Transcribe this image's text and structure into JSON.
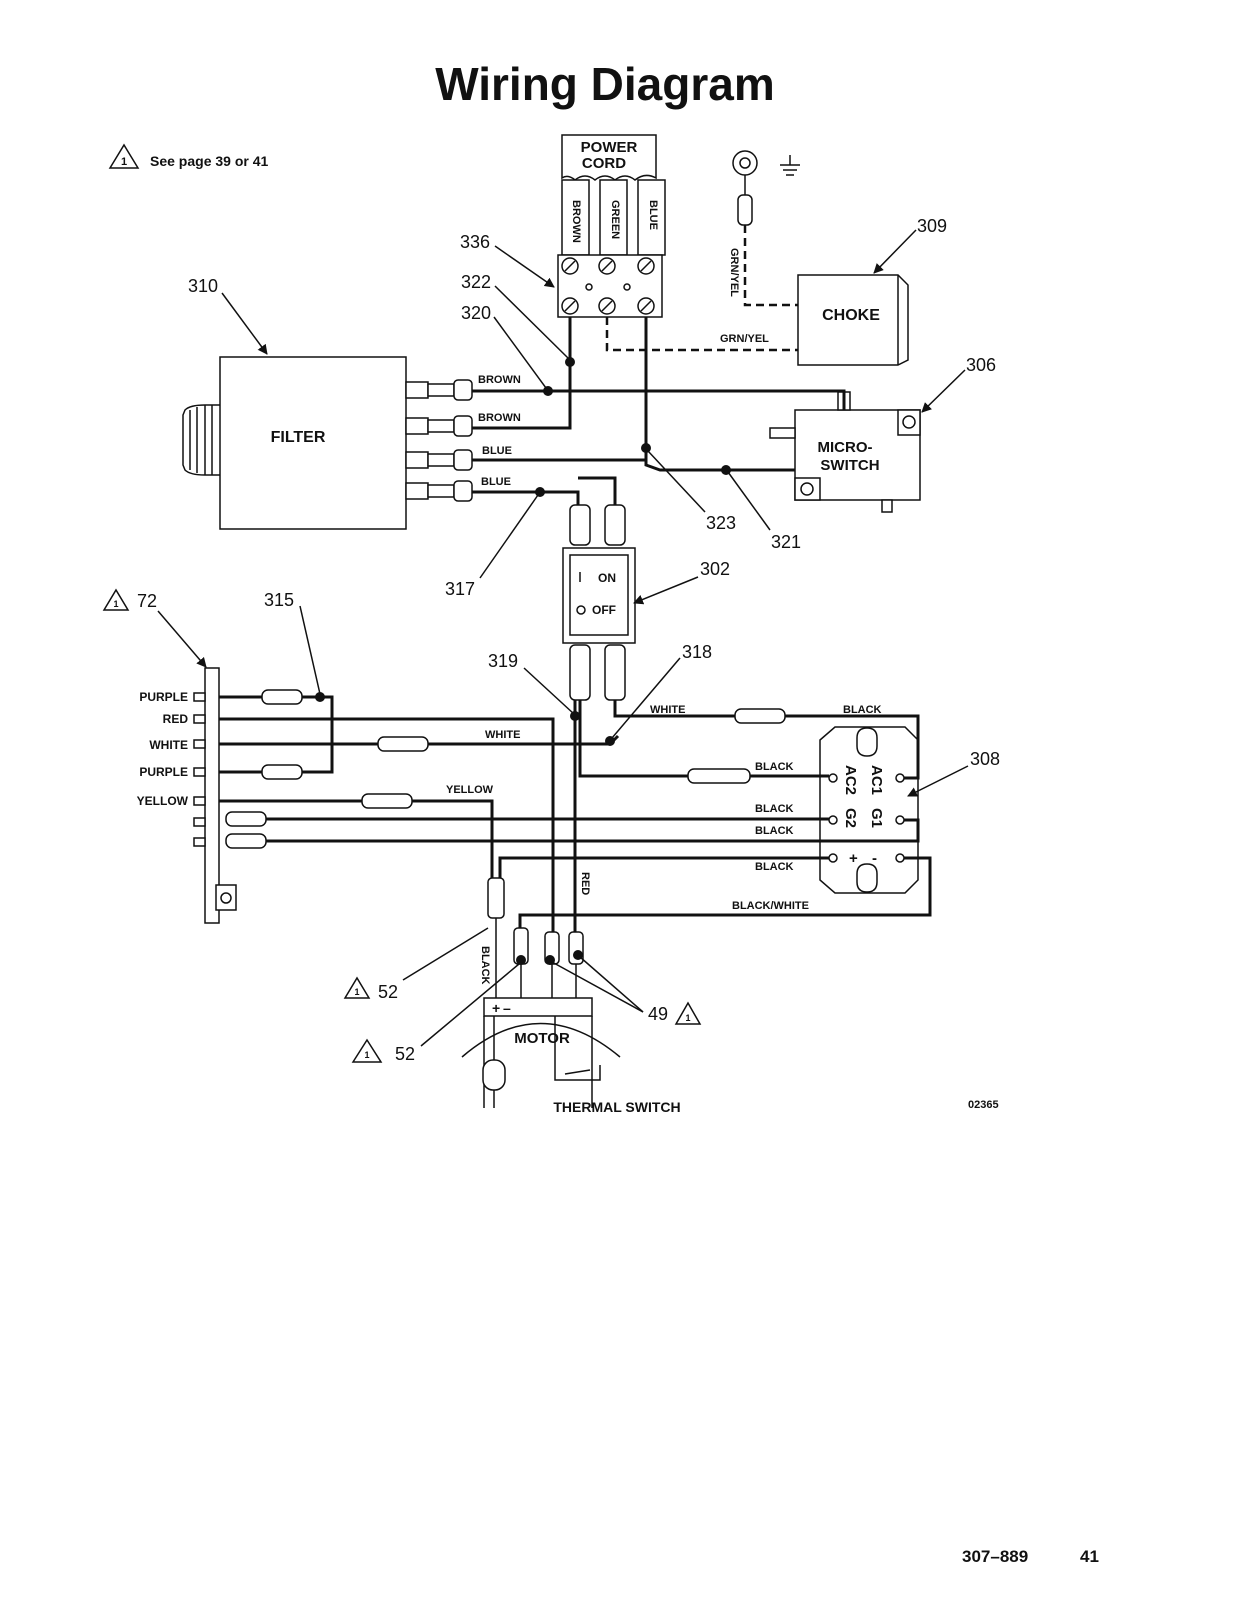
{
  "title": "Wiring Diagram",
  "note": {
    "symbol": "1",
    "text": "See page 39 or 41"
  },
  "components": {
    "power_cord": "POWER CORD",
    "power_cord_line1": "POWER",
    "power_cord_line2": "CORD",
    "filter": "FILTER",
    "choke": "CHOKE",
    "microswitch_line1": "MICRO-",
    "microswitch_line2": "SWITCH",
    "switch_on": "ON",
    "switch_off": "OFF",
    "motor": "MOTOR",
    "thermal_switch": "THERMAL SWITCH",
    "bridge_ac1": "AC1",
    "bridge_ac2": "AC2",
    "bridge_g1": "G1",
    "bridge_g2": "G2",
    "bridge_plus": "+",
    "bridge_minus": "-",
    "motor_plus": "+",
    "motor_minus": "–"
  },
  "wire_labels": {
    "brown_cord": "BROWN",
    "green_cord": "GREEN",
    "blue_cord": "BLUE",
    "grn_yel_1": "GRN/YEL",
    "grn_yel_2": "GRN/YEL",
    "brown_1": "BROWN",
    "brown_2": "BROWN",
    "blue_1": "BLUE",
    "blue_2": "BLUE",
    "white_top": "WHITE",
    "black_top": "BLACK",
    "white_mid": "WHITE",
    "black_ac2": "BLACK",
    "yellow": "YELLOW",
    "black_g2": "BLACK",
    "black_g1": "BLACK",
    "black_plus": "BLACK",
    "black_white": "BLACK/WHITE",
    "red": "RED",
    "black_vert": "BLACK"
  },
  "board_labels": [
    "PURPLE",
    "RED",
    "WHITE",
    "PURPLE",
    "YELLOW"
  ],
  "callouts": {
    "c336": "336",
    "c322": "322",
    "c320": "320",
    "c310": "310",
    "c309": "309",
    "c306": "306",
    "c323": "323",
    "c321": "321",
    "c317": "317",
    "c302": "302",
    "c72": "72",
    "c315": "315",
    "c319": "319",
    "c318": "318",
    "c308": "308",
    "c52a": "52",
    "c52b": "52",
    "c49": "49"
  },
  "figure_id": "02365",
  "footer": {
    "doc_number": "307–889",
    "page": "41"
  }
}
